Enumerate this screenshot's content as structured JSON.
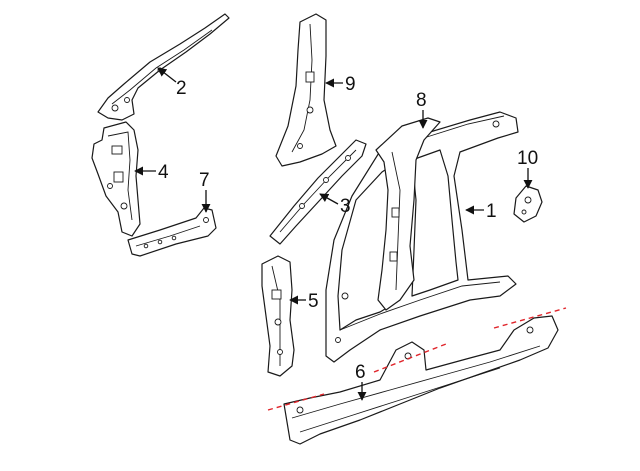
{
  "callouts": {
    "c1": "1",
    "c2": "2",
    "c3": "3",
    "c4": "4",
    "c5": "5",
    "c6": "6",
    "c7": "7",
    "c8": "8",
    "c9": "9",
    "c10": "10"
  },
  "colors": {
    "line": "#1a1a1a",
    "cut_line": "#e0242a",
    "background": "#ffffff"
  }
}
